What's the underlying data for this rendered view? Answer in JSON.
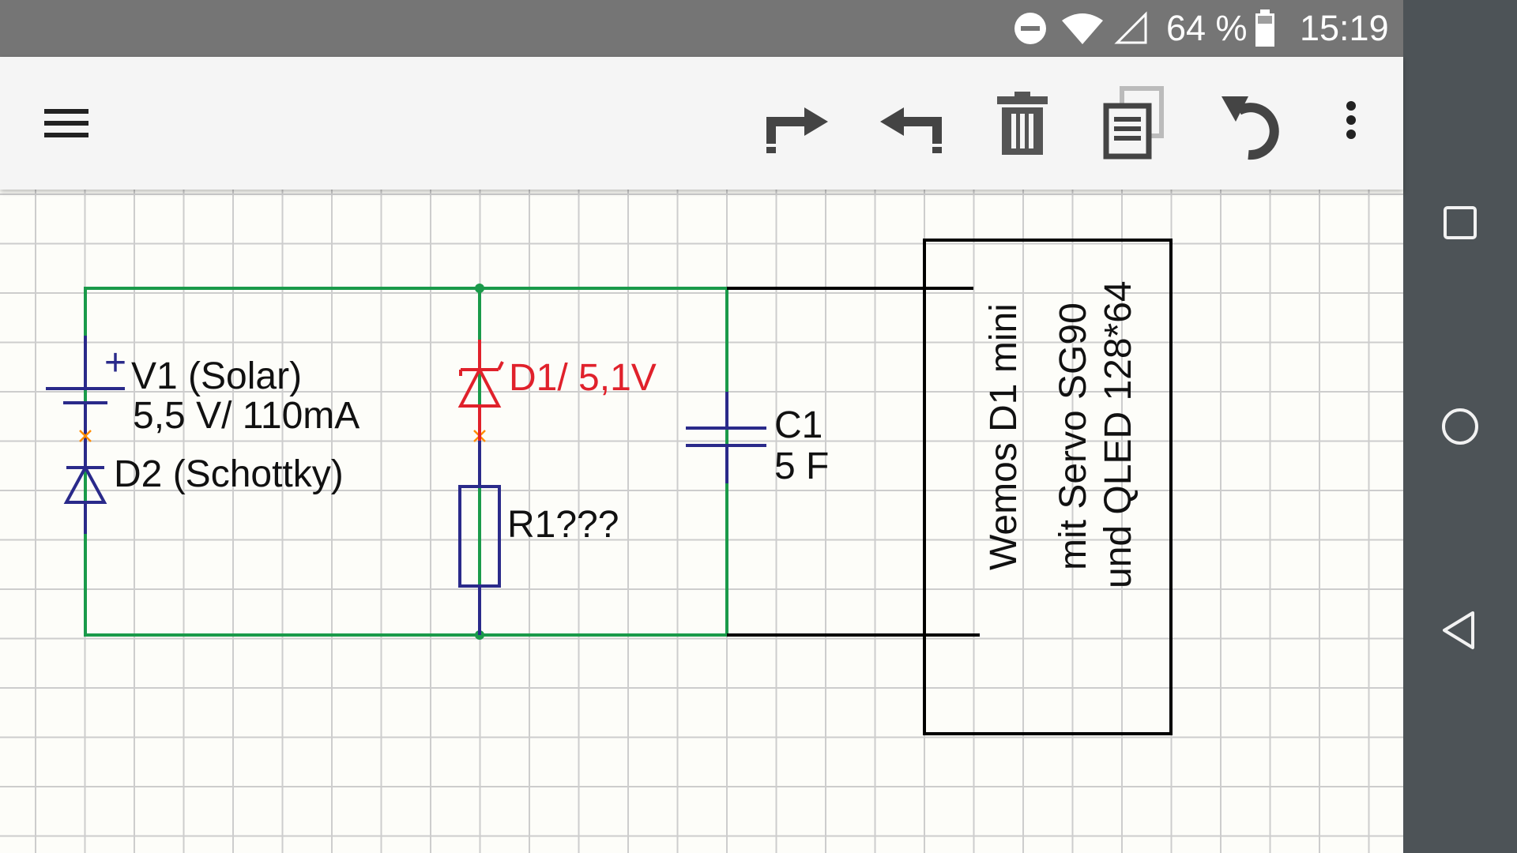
{
  "status_bar": {
    "battery_percent": "64 %",
    "time": "15:19",
    "icons": [
      "do-not-disturb-icon",
      "wifi-icon",
      "mobile-signal-icon",
      "battery-icon"
    ]
  },
  "toolbar": {
    "menu_icon": "menu-icon",
    "actions": [
      "redo-arrow-icon",
      "undo-arrow-icon",
      "delete-icon",
      "copy-icon",
      "rotate-icon",
      "more-options-icon"
    ]
  },
  "schematic": {
    "components": {
      "v1_name": "V1 (Solar)",
      "v1_polarity": "+",
      "v1_value": "5,5 V/ 110mA",
      "d2_name": "D2 (Schottky)",
      "d1_label": "D1/ 5,1V",
      "r1_label": "R1???",
      "c1_name": "C1",
      "c1_value": "5 F"
    },
    "module_box": {
      "line1": "Wemos D1 mini",
      "line2": "mit Servo SG90",
      "line3": "und QLED 128*64"
    },
    "colors": {
      "wire": "#1a9a4a",
      "component": "#2a2a8a",
      "highlight": "#e0212b",
      "junction_mark": "#ff8c00",
      "module_wire": "#000000",
      "grid": "#cdcdcd"
    }
  },
  "nav_bar": {
    "buttons": [
      "recent-apps-icon",
      "home-icon",
      "back-icon"
    ]
  }
}
